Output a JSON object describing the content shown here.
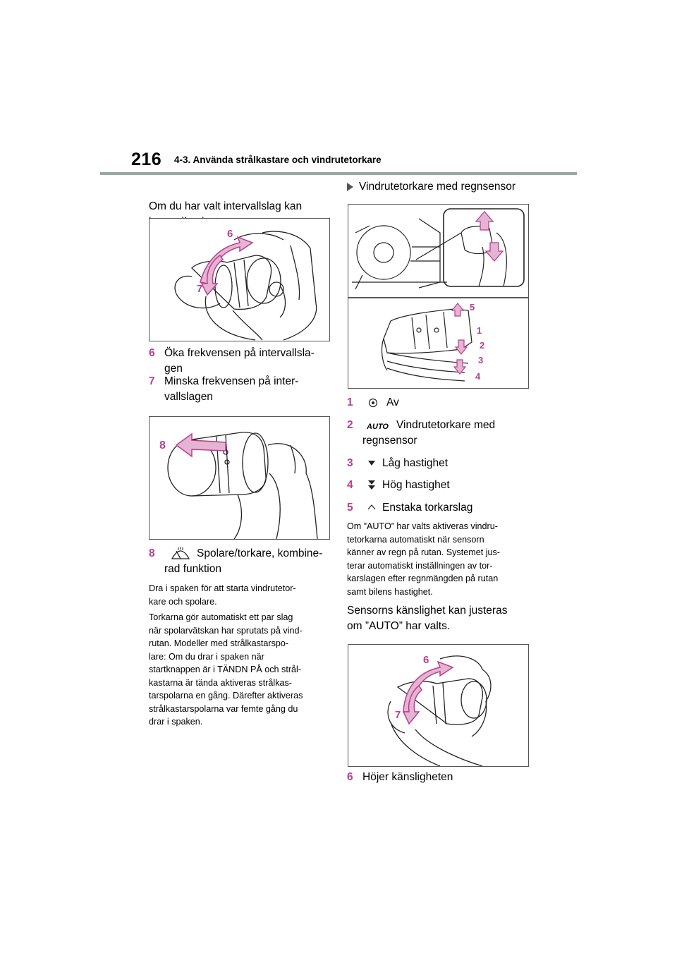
{
  "header": {
    "page_number": "216",
    "section": "4-3. Använda strålkastare och vindrutetorkare"
  },
  "left": {
    "intro": [
      "Om du har valt intervallslag kan",
      "intervallen justeras."
    ],
    "fig1_labels": {
      "a": "6",
      "b": "7"
    },
    "item6": {
      "num": "6",
      "lines": [
        "Öka frekvensen på intervallsla-",
        "gen"
      ]
    },
    "item7": {
      "num": "7",
      "lines": [
        "Minska frekvensen på inter-",
        "vallslagen"
      ]
    },
    "fig2_labels": {
      "a": "8"
    },
    "item8": {
      "num": "8",
      "lines": [
        "Spolare/torkare, kombine-",
        "rad funktion"
      ]
    },
    "para1": [
      "Dra i spaken för att starta vindrutetor-",
      "kare och spolare."
    ],
    "para2": [
      "Torkarna gör automatiskt ett par slag",
      "när spolarvätskan har sprutats på vind-",
      "rutan. Modeller med strålkastarspo-",
      "lare: Om du drar i spaken när",
      "startknappen är i TÄNDN PÅ och strål-",
      "kastarna är tända aktiveras strålkas-",
      "tarspolarna en gång. Därefter aktiveras",
      "strålkastarspolarna var femte gång du",
      "drar i spaken."
    ]
  },
  "right": {
    "heading": "Vindrutetorkare med regnsensor",
    "fig3_labels": {
      "a": "5",
      "b": "1",
      "c": "2",
      "d": "3",
      "e": "4"
    },
    "items": [
      {
        "num": "1",
        "icon": "off-icon",
        "label": "Av"
      },
      {
        "num": "2",
        "icon": "AUTO",
        "label": "Vindrutetorkare med",
        "label2": "regnsensor"
      },
      {
        "num": "3",
        "icon": "low-speed-icon",
        "label": "Låg hastighet"
      },
      {
        "num": "4",
        "icon": "high-speed-icon",
        "label": "Hög hastighet"
      },
      {
        "num": "5",
        "icon": "single-wipe-icon",
        "label": "Enstaka torkarslag"
      }
    ],
    "para1": [
      "Om ”AUTO” har valts aktiveras vindru-",
      "tetorkarna automatiskt när sensorn",
      "känner av regn på rutan. Systemet jus-",
      "terar automatiskt inställningen av tor-",
      "karslagen efter regnmängden på rutan",
      "samt bilens hastighet."
    ],
    "para2": [
      "Sensorns känslighet kan justeras",
      "om ”AUTO” har valts."
    ],
    "fig4_labels": {
      "a": "6",
      "b": "7"
    },
    "item6": {
      "num": "6",
      "label": "Höjer känsligheten"
    }
  },
  "colors": {
    "accent": "#b5418e",
    "arrow_fill": "#e7b3d3",
    "rule": "#9aa7a4"
  }
}
